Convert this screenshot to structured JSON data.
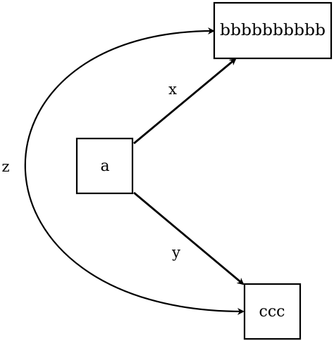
{
  "nodes": {
    "a": {
      "label": "a"
    },
    "b": {
      "label": "bbbbbbbbbb"
    },
    "c": {
      "label": "ccc"
    }
  },
  "edges": {
    "x": {
      "label": "x",
      "from": "a",
      "to": "bbbbbbbbbb"
    },
    "y": {
      "label": "y",
      "from": "a",
      "to": "ccc"
    },
    "z": {
      "label": "z",
      "from": "ccc",
      "to": "bbbbbbbbbb"
    }
  }
}
